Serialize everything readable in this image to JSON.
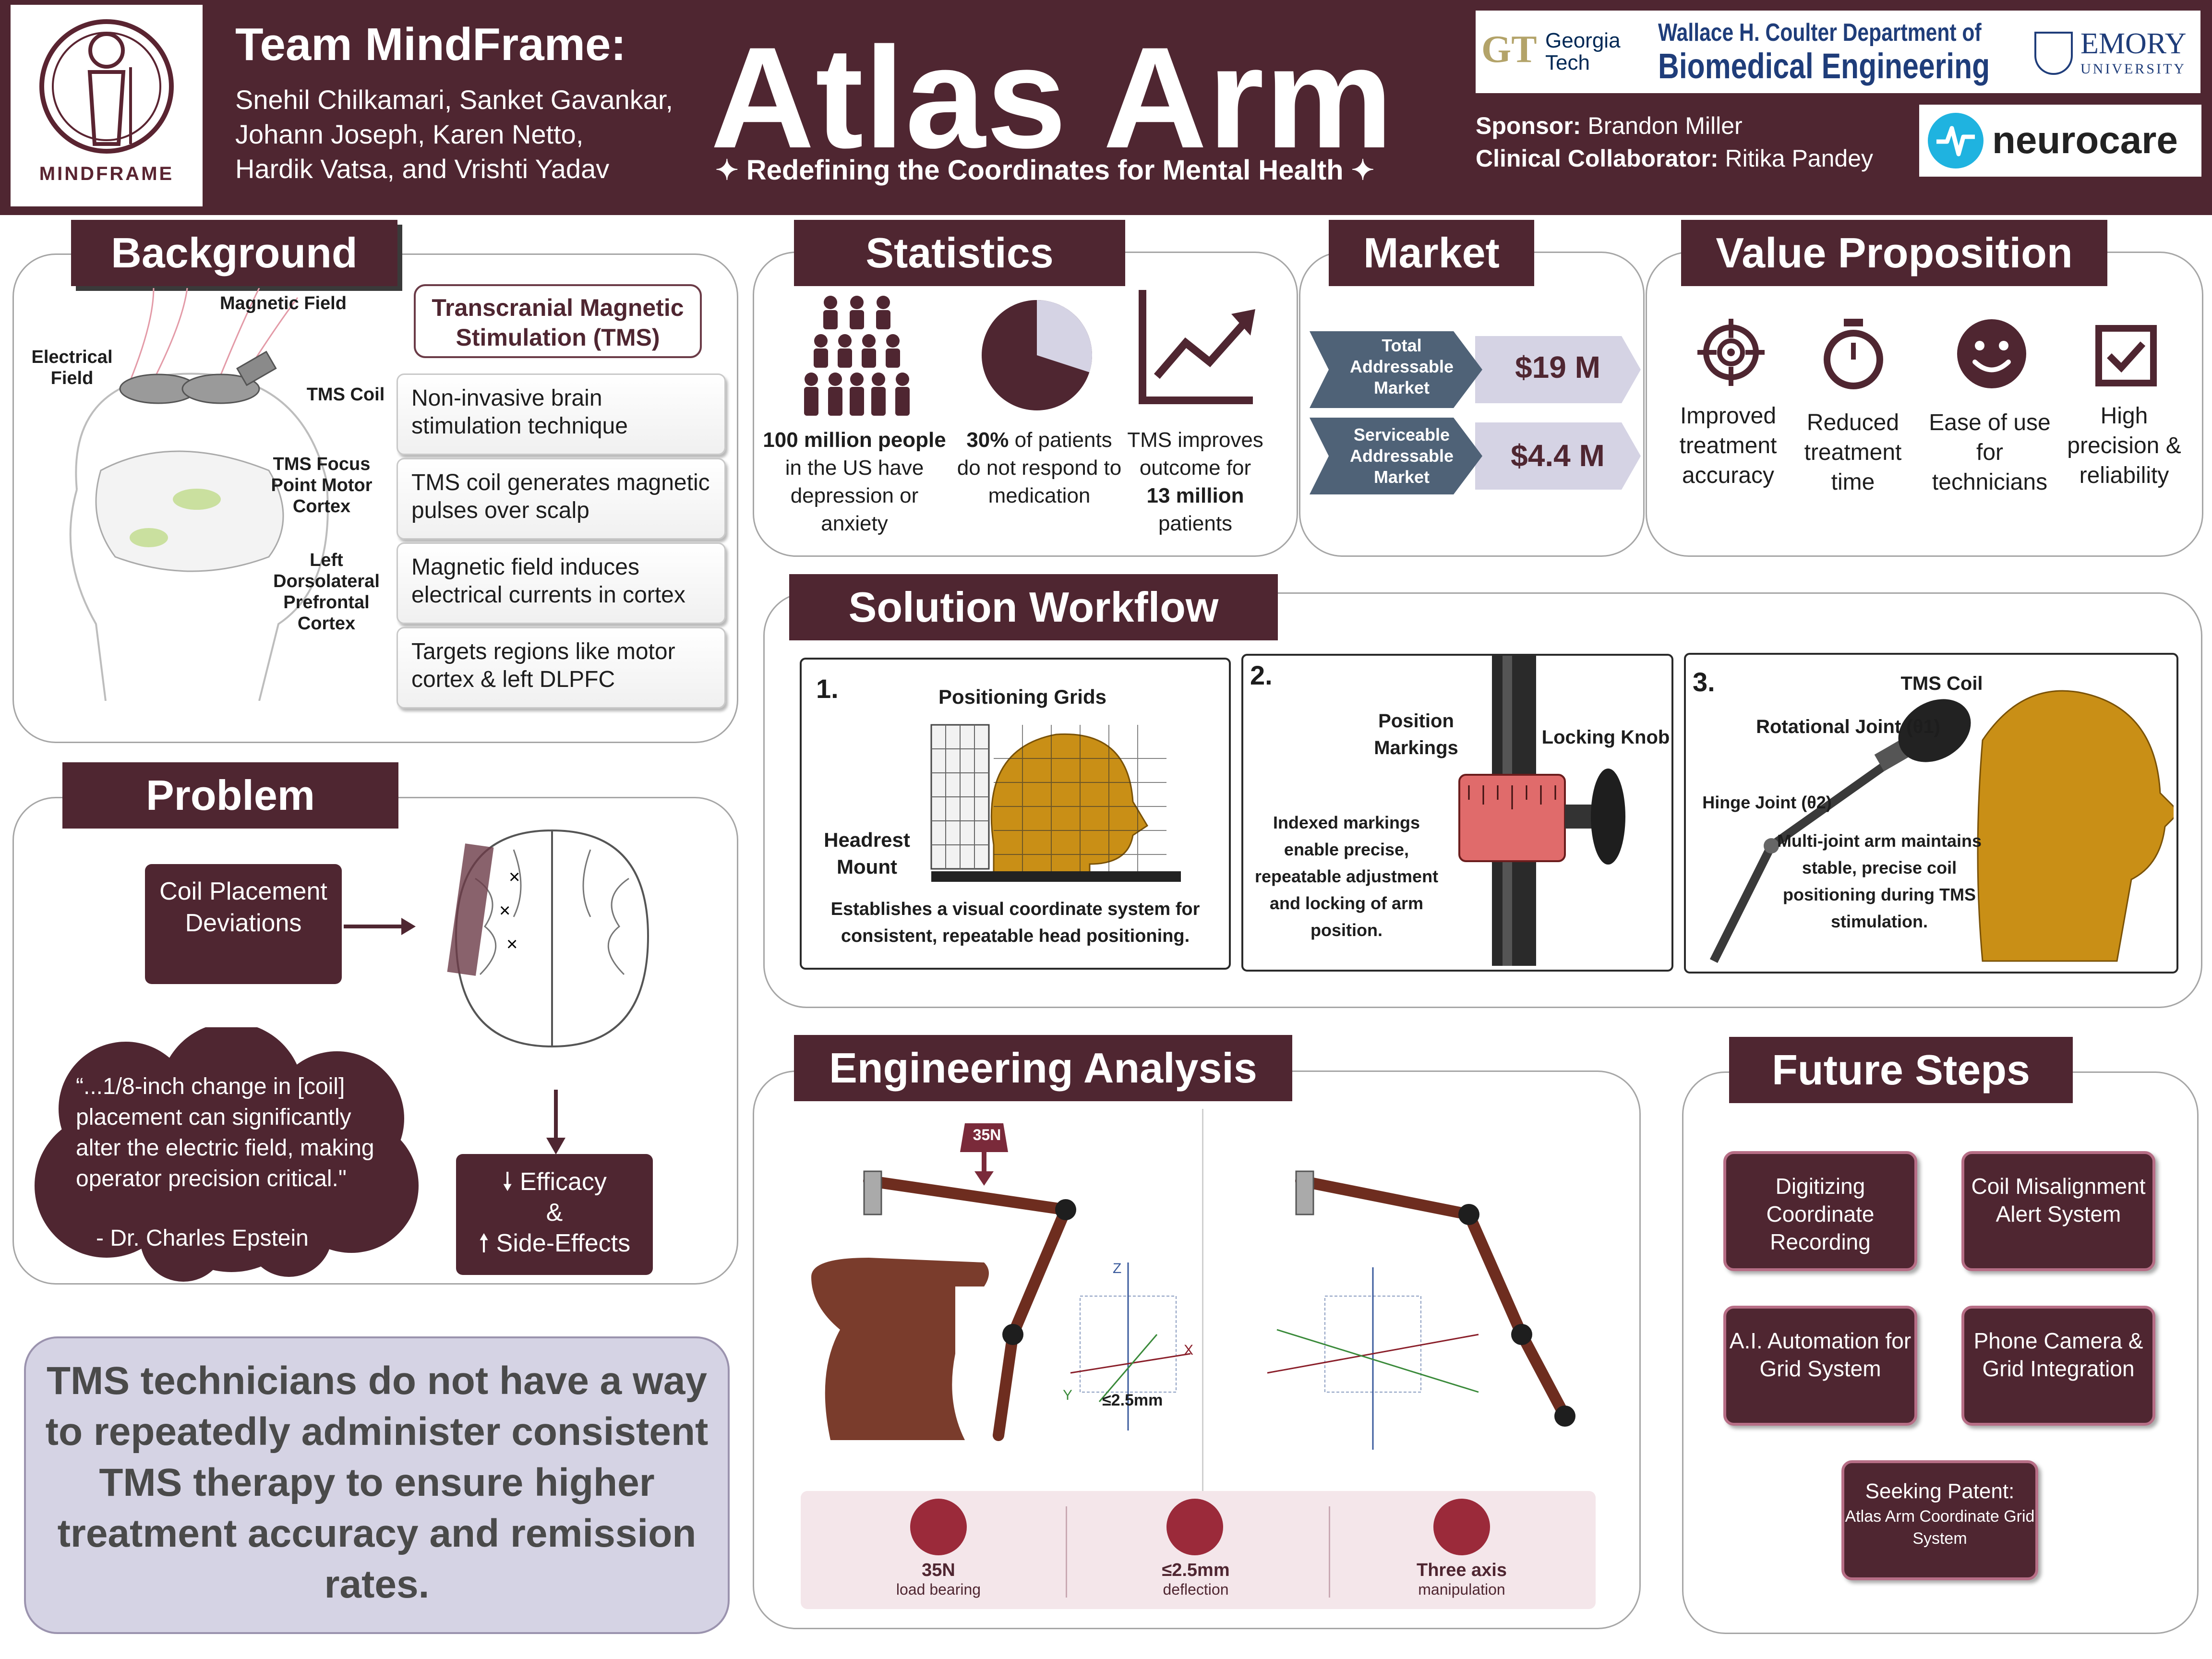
{
  "header": {
    "logo_text": "MINDFRAME",
    "team_title": "Team MindFrame:",
    "members": [
      "Snehil Chilkamari, Sanket Gavankar,",
      "Johann Joseph, Karen Netto,",
      "Hardik Vatsa, and Vrishti Yadav"
    ],
    "title": "Atlas Arm",
    "tagline": "✦ Redefining the Coordinates for Mental Health ✦",
    "partners": {
      "gt_line1": "Georgia",
      "gt_line2": "Tech",
      "coulter_line1": "Wallace H. Coulter Department of",
      "coulter_line2": "Biomedical Engineering",
      "emory_line1": "EMORY",
      "emory_line2": "UNIVERSITY"
    },
    "sponsor_label": "Sponsor:",
    "sponsor": "Brandon Miller",
    "collab_label": "Clinical Collaborator:",
    "collab": "Ritika Pandey",
    "neurocare": "neurocare"
  },
  "background": {
    "heading": "Background",
    "labels": {
      "magnetic_field": "Magnetic Field",
      "electrical_field": "Electrical Field",
      "tms_coil": "TMS Coil",
      "focus": "TMS Focus Point Motor Cortex",
      "dlpfc": "Left Dorsolateral Prefrontal Cortex"
    },
    "tms_title": "Transcranial Magnetic Stimulation (TMS)",
    "cards": [
      "Non-invasive brain stimulation technique",
      "TMS coil generates magnetic pulses over scalp",
      "Magnetic field induces electrical currents in cortex",
      "Targets regions like motor cortex & left DLPFC"
    ]
  },
  "problem": {
    "heading": "Problem",
    "box": "Coil Placement Deviations",
    "quote": "“...1/8-inch change in [coil] placement can significantly alter the electric field, making operator precision critical.\"",
    "quote_author": "- Dr. Charles Epstein",
    "efficacy": "Efficacy",
    "amp": "&",
    "side_effects": "Side-Effects",
    "statement": "TMS technicians do not have a way to repeatedly administer consistent TMS therapy to ensure higher treatment accuracy and remission rates."
  },
  "statistics": {
    "heading": "Statistics",
    "s1_bold": "100 million people",
    "s1_rest": "in the US have depression or anxiety",
    "s2_bold": "30%",
    "s2_rest": "of patients do not respond to medication",
    "s3_pre": "TMS improves outcome for",
    "s3_bold": "13 million",
    "s3_post": "patients",
    "pie_fraction": 0.3
  },
  "market": {
    "heading": "Market",
    "tam_label": "Total Addressable Market",
    "tam_value": "$19 M",
    "sam_label": "Serviceable Addressable Market",
    "sam_value": "$4.4 M"
  },
  "value": {
    "heading": "Value Proposition",
    "items": [
      "Improved treatment accuracy",
      "Reduced treatment time",
      "Ease of use for technicians",
      "High precision & reliability"
    ]
  },
  "workflow": {
    "heading": "Solution Workflow",
    "s1_num": "1.",
    "s1_label": "Positioning Grids",
    "s1_mount": "Headrest Mount",
    "s1_desc": "Establishes a visual coordinate system for consistent, repeatable head positioning.",
    "s2_num": "2.",
    "s2_markings": "Position Markings",
    "s2_knob": "Locking Knob",
    "s2_desc": "Indexed markings enable precise, repeatable adjustment and locking of arm position.",
    "s3_num": "3.",
    "s3_coil": "TMS Coil",
    "s3_rot": "Rotational Joint (θ1)",
    "s3_hinge": "Hinge Joint (θ2)",
    "s3_desc": "Multi-joint arm maintains stable, precise coil positioning during TMS stimulation."
  },
  "engineering": {
    "heading": "Engineering Analysis",
    "load_tag": "35N",
    "deflect_tag": "≤2.5mm",
    "axes": {
      "x": "X",
      "y": "Y",
      "z": "Z"
    },
    "metrics": [
      {
        "value": "35N",
        "label": "load bearing"
      },
      {
        "value": "≤2.5mm",
        "label": "deflection"
      },
      {
        "value": "Three axis",
        "label": "manipulation"
      }
    ]
  },
  "future": {
    "heading": "Future Steps",
    "items": [
      "Digitizing Coordinate Recording",
      "Coil Misalignment Alert System",
      "A.I. Automation for Grid System",
      "Phone Camera & Grid Integration"
    ],
    "patent_title": "Seeking Patent:",
    "patent_body": "Atlas Arm Coordinate Grid System"
  }
}
